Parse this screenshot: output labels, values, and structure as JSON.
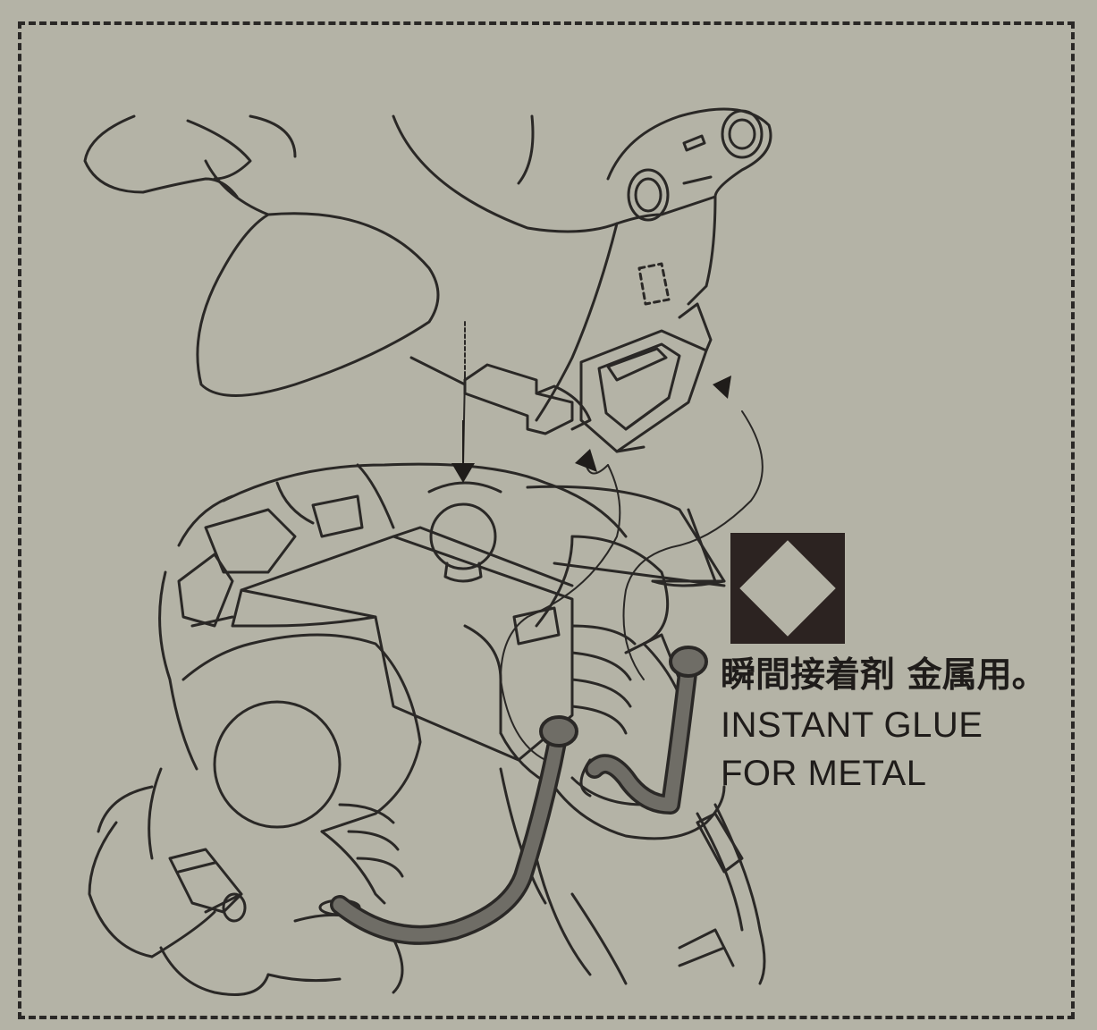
{
  "instruction": {
    "caption_jp": "瞬間接着剤 金属用。",
    "caption_en_line1": "INSTANT GLUE",
    "caption_en_line2": "FOR METAL",
    "symbol": "instant-glue-diamond-icon"
  },
  "colors": {
    "paper": "#b4b3a6",
    "ink": "#2a2826",
    "pipe": "#6f6d66",
    "symbol_bg": "#2c2321"
  }
}
